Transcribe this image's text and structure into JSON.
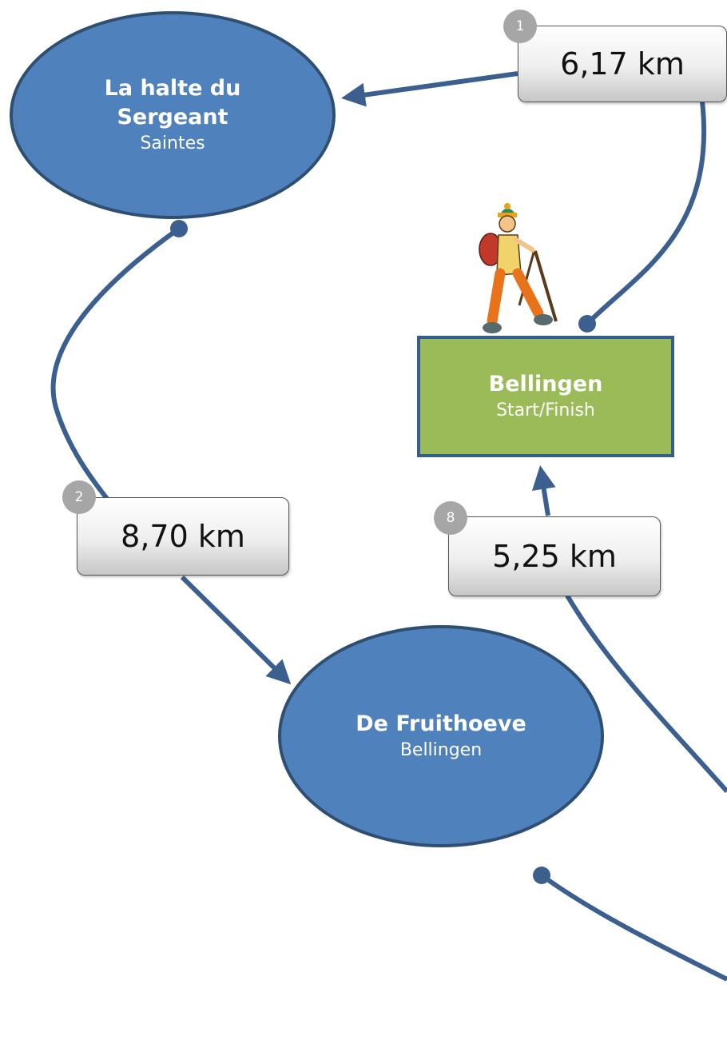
{
  "nodes": {
    "sergeant": {
      "title": "La halte du Sergeant",
      "subtitle": "Saintes"
    },
    "fruithoeve": {
      "title": "De Fruithoeve",
      "subtitle": "Bellingen"
    },
    "bellingen": {
      "title": "Bellingen",
      "subtitle": "Start/Finish"
    }
  },
  "legs": [
    {
      "badge": "1",
      "distance": "6,17 km"
    },
    {
      "badge": "2",
      "distance": "8,70 km"
    },
    {
      "badge": "8",
      "distance": "5,25 km"
    }
  ],
  "colors": {
    "ellipse_fill": "#4f81bd",
    "rect_fill": "#9bbb59",
    "connector": "#3b5f8f",
    "badge": "#a6a6a6"
  },
  "icons": {
    "hiker": "hiker-icon"
  }
}
